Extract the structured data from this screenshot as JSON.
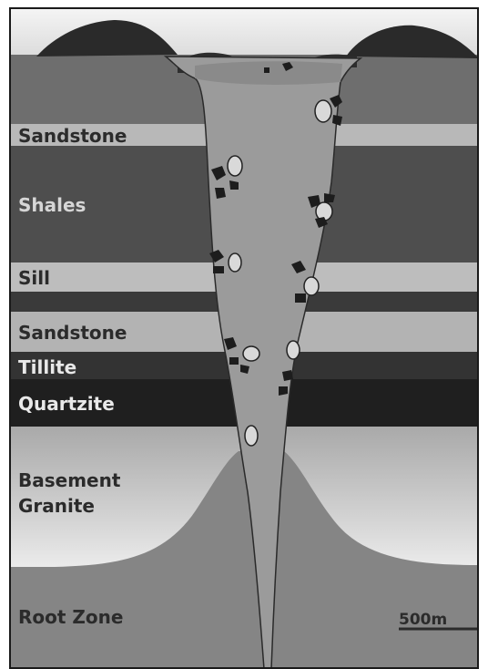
{
  "layers": {
    "sandstone_upper": "Sandstone",
    "shales": "Shales",
    "sill": "Sill",
    "sandstone_lower": "Sandstone",
    "tillite": "Tillite",
    "quartzite": "Quartzite",
    "basement_line1": "Basement",
    "basement_line2": "Granite",
    "root_zone": "Root Zone"
  },
  "scale_bar": {
    "label": "500m"
  },
  "colors": {
    "frame": "#1a1a1a",
    "sky": "#e8e8e8",
    "overburden": "#6e6e6e",
    "sandstone": "#b8b8b8",
    "shales": "#4e4e4e",
    "sill": "#bdbdbd",
    "dark_band": "#3a3a3a",
    "tillite": "#333333",
    "quartzite": "#1f1f1f",
    "root_zone": "#858585",
    "pipe": "#9b9b9b",
    "crater_rim": "#2a2a2a"
  }
}
